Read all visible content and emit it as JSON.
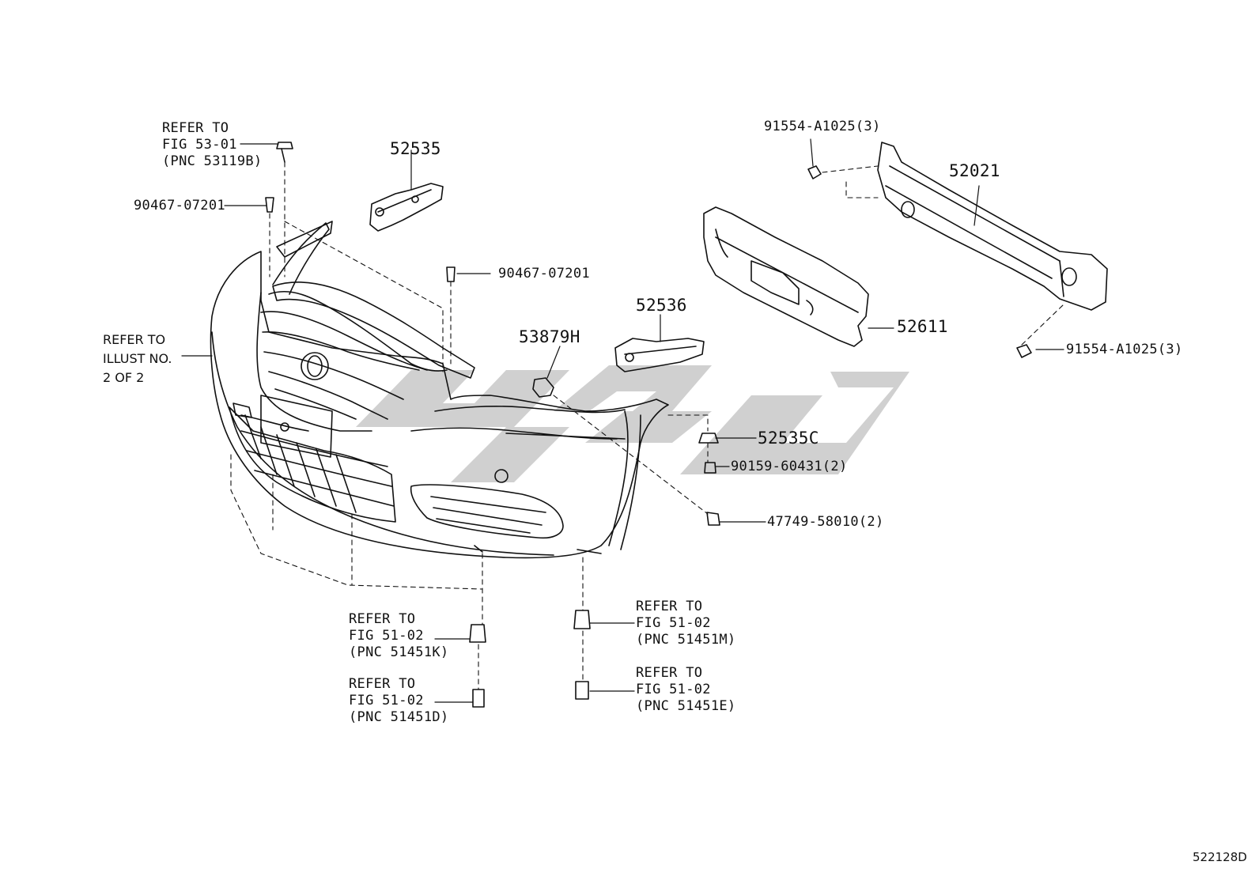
{
  "diagram_code": "522128D",
  "callouts": {
    "ref_53119b": {
      "line1": "REFER TO",
      "line2": "FIG 53-01",
      "line3": "(PNC 53119B)"
    },
    "part_90467_left": "90467-07201",
    "part_52535": "52535",
    "part_90467_mid": "90467-07201",
    "ref_illust": {
      "line1": "REFER TO",
      "line2": "ILLUST NO.",
      "line3": "2 OF 2"
    },
    "part_53879h": "53879H",
    "part_52536": "52536",
    "part_91554_top": "91554-A1025(3)",
    "part_52021": "52021",
    "part_52611": "52611",
    "part_91554_bottom": "91554-A1025(3)",
    "part_52535c": "52535C",
    "part_90159": "90159-60431(2)",
    "part_47749": "47749-58010(2)",
    "ref_51451k": {
      "line1": "REFER TO",
      "line2": "FIG 51-02",
      "line3": "(PNC 51451K)"
    },
    "ref_51451d": {
      "line1": "REFER TO",
      "line2": "FIG 51-02",
      "line3": "(PNC 51451D)"
    },
    "ref_51451m": {
      "line1": "REFER TO",
      "line2": "FIG 51-02",
      "line3": "(PNC 51451M)"
    },
    "ref_51451e": {
      "line1": "REFER TO",
      "line2": "FIG 51-02",
      "line3": "(PNC 51451E)"
    }
  },
  "colors": {
    "line": "#111111",
    "watermark": "#c8c8c8",
    "background": "#ffffff"
  }
}
